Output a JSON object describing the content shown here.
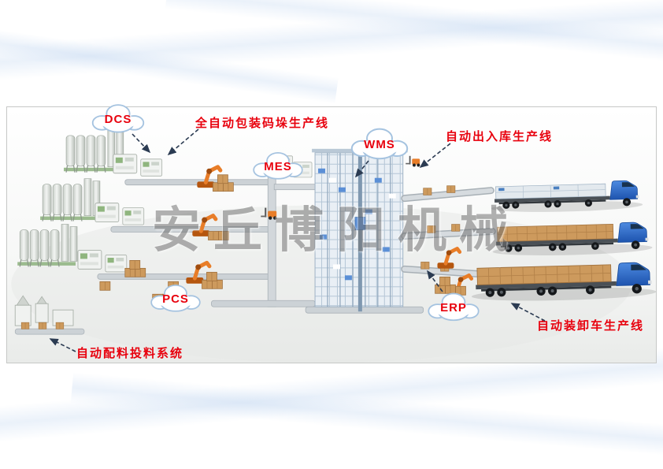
{
  "watermark": "安丘博阳机械",
  "clouds": {
    "dcs": "DCS",
    "mes": "MES",
    "wms": "WMS",
    "pcs": "PCS",
    "erp": "ERP"
  },
  "labels": {
    "packing_line": "全自动包装码垛生产线",
    "warehouse_line": "自动出入库生产线",
    "batching_system": "自动配料投料系统",
    "truck_loading_line": "自动装卸车生产线"
  },
  "colors": {
    "label_red": "#e8000d",
    "cloud_outline": "#a5c3e0",
    "truck_blue": "#2a66c8",
    "robot_orange": "#e87d28",
    "box_tan": "#cd9a5d",
    "rack_blue_gray": "#b5c6d6",
    "watermark_gray": "#6e6e6e",
    "arrow_dark": "#2b3b52"
  }
}
